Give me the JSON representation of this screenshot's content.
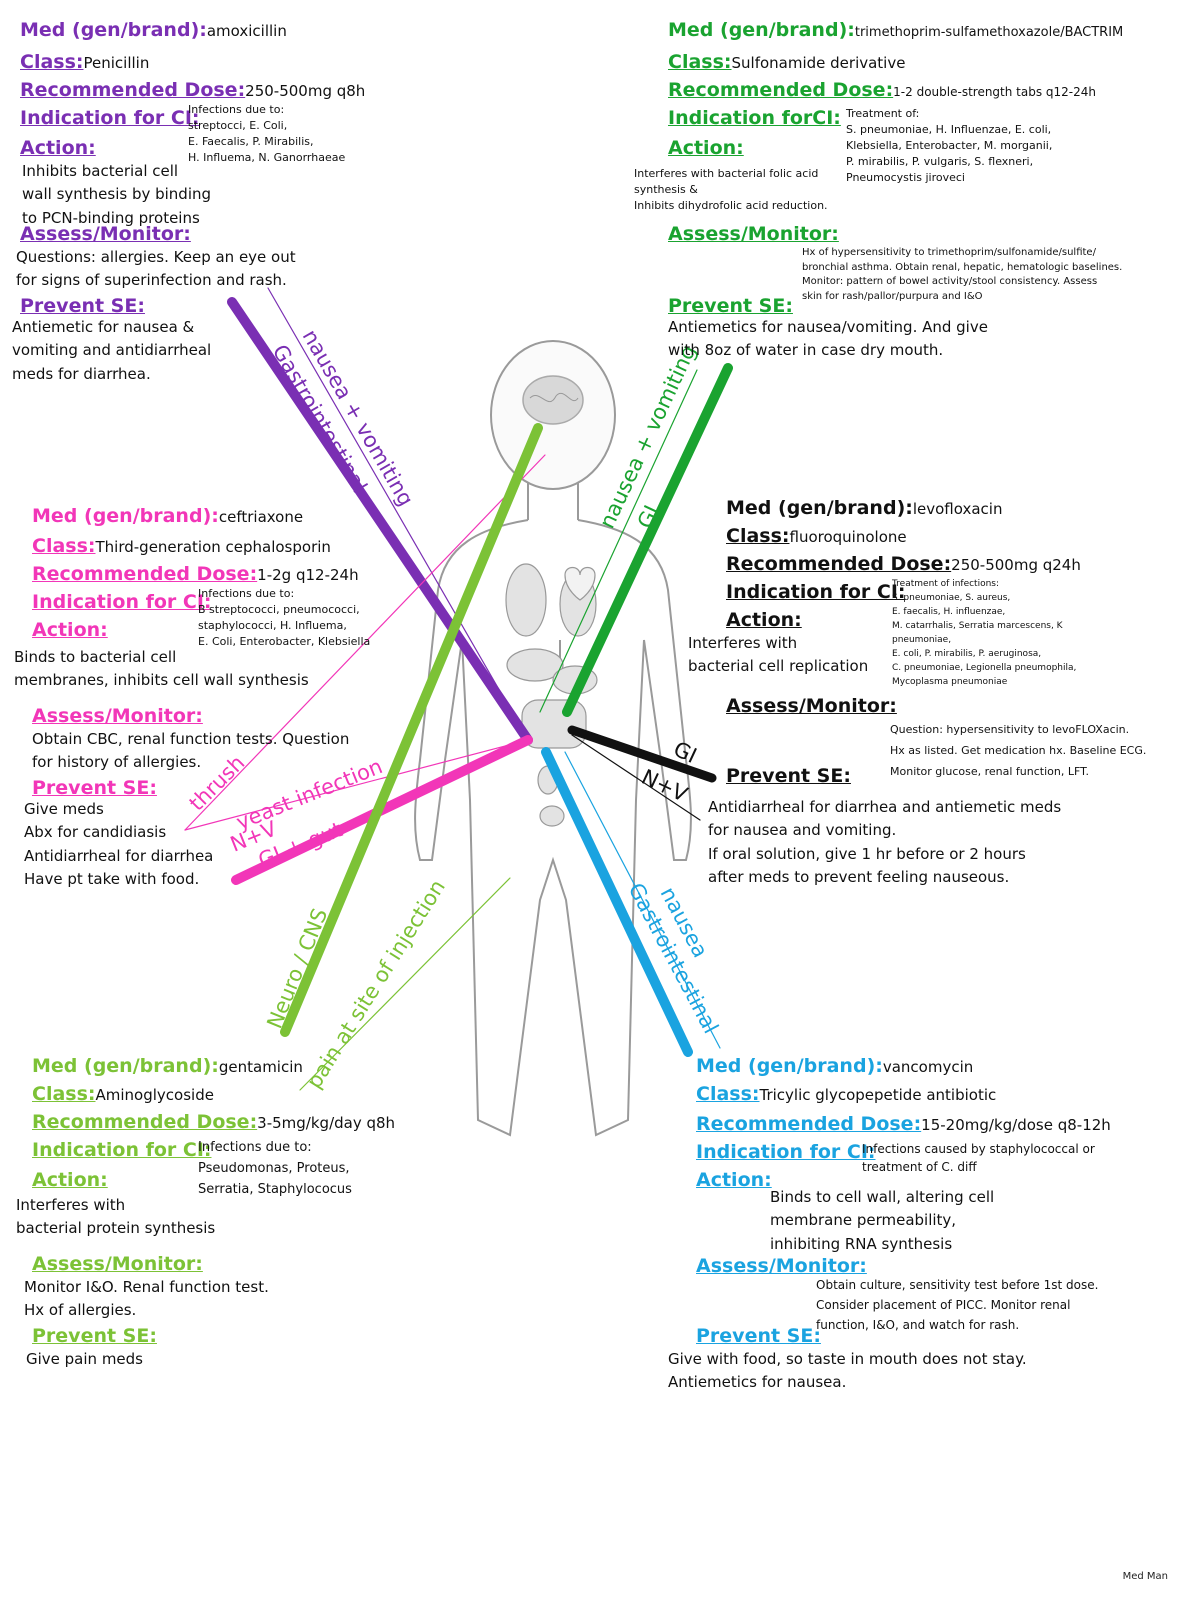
{
  "cards": {
    "amox": {
      "label_med": "Med (gen/brand):",
      "med": "amoxicillin",
      "label_class": "Class:",
      "class": "Penicillin",
      "label_dose": "Recommended Dose:",
      "dose": "250-500mg q8h",
      "label_indication": "Indication for CI:",
      "indication": "Infections due to:\nstreptocci, E. Coli,\nE. Faecalis, P. Mirabilis,\nH. Influema, N. Ganorrhaeae",
      "label_action": "Action:",
      "action": "Inhibits bacterial cell\nwall synthesis by binding\nto PCN-binding proteins",
      "label_assess": "Assess/Monitor:",
      "assess": "Questions: allergies. Keep an eye out\nfor signs of superinfection and rash.",
      "label_prevent": "Prevent SE:",
      "prevent": "Antiemetic for nausea &\nvomiting and antidiarrheal\nmeds for diarrhea."
    },
    "bactrim": {
      "label_med": "Med (gen/brand):",
      "med": "trimethoprim-sulfamethoxazole/BACTRIM",
      "label_class": "Class:",
      "class": "Sulfonamide derivative",
      "label_dose": "Recommended Dose:",
      "dose": "1-2 double-strength tabs q12-24h",
      "label_indication": "Indication forCI:",
      "indication": "Treatment of:\nS. pneumoniae, H. Influenzae, E. coli,\nKlebsiella, Enterobacter, M. morganii,\nP. mirabilis, P. vulgaris, S. flexneri,\nPneumocystis jiroveci",
      "label_action": "Action:",
      "action": "Interferes with bacterial folic acid\nsynthesis &\nInhibits dihydrofolic acid reduction.",
      "label_assess": "Assess/Monitor:",
      "assess": "Hx of hypersensitivity to trimethoprim/sulfonamide/sulfite/\nbronchial asthma. Obtain renal, hepatic, hematologic baselines.\nMonitor: pattern of bowel activity/stool consistency. Assess\nskin for rash/pallor/purpura and I&O",
      "label_prevent": "Prevent SE:",
      "prevent": "Antiemetics for nausea/vomiting. And give\nwith 8oz of water in case dry mouth."
    },
    "ceftriaxone": {
      "label_med": "Med (gen/brand):",
      "med": "ceftriaxone",
      "label_class": "Class:",
      "class": "Third-generation cephalosporin",
      "label_dose": "Recommended Dose:",
      "dose": "1-2g q12-24h",
      "label_indication": "Indication for CI:",
      "indication": "Infections due to:\nB streptococci, pneumococci,\nstaphylococci, H. Influema,\nE. Coli, Enterobacter, Klebsiella",
      "label_action": "Action:",
      "action": "Binds to bacterial cell\nmembranes, inhibits cell wall synthesis",
      "label_assess": "Assess/Monitor:",
      "assess": "Obtain CBC, renal function tests. Question\nfor history of allergies.",
      "label_prevent": "Prevent SE:",
      "prevent": "Give meds\nAbx for candidiasis\nAntidiarrheal for diarrhea\nHave pt take with food."
    },
    "levo": {
      "label_med": "Med (gen/brand):",
      "med": "levofloxacin",
      "label_class": "Class:",
      "class": "fluoroquinolone",
      "label_dose": "Recommended Dose:",
      "dose": "250-500mg q24h",
      "label_indication": "Indication for CI:",
      "indication": "Treatment of infections:\nS. pneumoniae, S. aureus,\nE. faecalis, H. influenzae,\nM. catarrhalis, Serratia marcescens, K\npneumoniae,\nE. coli, P. mirabilis, P. aeruginosa,\nC. pneumoniae, Legionella pneumophila,\nMycoplasma pneumoniae",
      "label_action": "Action:",
      "action": "Interferes with\nbacterial cell replication",
      "label_assess": "Assess/Monitor:",
      "assess": "Question: hypersensitivity to levoFLOXacin.\nHx as listed. Get medication hx. Baseline ECG.\nMonitor glucose, renal function, LFT.",
      "label_prevent": "Prevent SE:",
      "prevent": "Antidiarrheal for diarrhea and antiemetic meds\nfor nausea and vomiting.\nIf oral solution, give 1 hr before or 2 hours\nafter meds to prevent feeling nauseous."
    },
    "gent": {
      "label_med": "Med (gen/brand):",
      "med": "gentamicin",
      "label_class": "Class:",
      "class": "Aminoglycoside",
      "label_dose": "Recommended Dose:",
      "dose": "3-5mg/kg/day q8h",
      "label_indication": "Indication for CI:",
      "indication": "Infections due to:\nPseudomonas, Proteus,\nSerratia, Staphylococus",
      "label_action": "Action:",
      "action": "Interferes with\nbacterial protein synthesis",
      "label_assess": "Assess/Monitor:",
      "assess": "Monitor I&O. Renal function test.\nHx of allergies.",
      "label_prevent": "Prevent SE:",
      "prevent": "Give pain meds"
    },
    "vanco": {
      "label_med": "Med (gen/brand):",
      "med": "vancomycin",
      "label_class": "Class:",
      "class": "Tricylic glycopepetide antibiotic",
      "label_dose": "Recommended Dose:",
      "dose": "15-20mg/kg/dose q8-12h",
      "label_indication": "Indication for CI:",
      "indication": "Infections caused by staphylococcal or\ntreatment of C. diff",
      "label_action": "Action:",
      "action": "Binds to cell wall, altering cell\nmembrane permeability,\ninhibiting RNA synthesis",
      "label_assess": "Assess/Monitor:",
      "assess": "Obtain culture, sensitivity test before 1st dose.\nConsider placement of PICC. Monitor renal\nfunction, I&O, and watch for rash.",
      "label_prevent": "Prevent SE:",
      "prevent": "Give with food, so taste in mouth does not stay.\nAntiemetics for nausea."
    }
  },
  "annotations": {
    "purple_1": "nausea + vomiting",
    "purple_2": "Gastrointestinal",
    "green_1": "nausea + vomiting",
    "green_2": "GI",
    "black_1": "GI",
    "black_2": "N+V",
    "pink_1": "thrush",
    "pink_2": "yeast infection",
    "pink_3": "N+V",
    "pink_4": "GI + gut",
    "lgreen_1": "Neuro / CNS",
    "lgreen_2": "pain at site of injection",
    "blue_1": "nausea",
    "blue_2": "Gastrointestinal"
  },
  "footer": "Med Man",
  "colors": {
    "purple": "#7a2fb3",
    "green": "#1aa330",
    "pink": "#f236b8",
    "light_green": "#7cc236",
    "blue": "#1aa3e0",
    "black": "#111111"
  }
}
